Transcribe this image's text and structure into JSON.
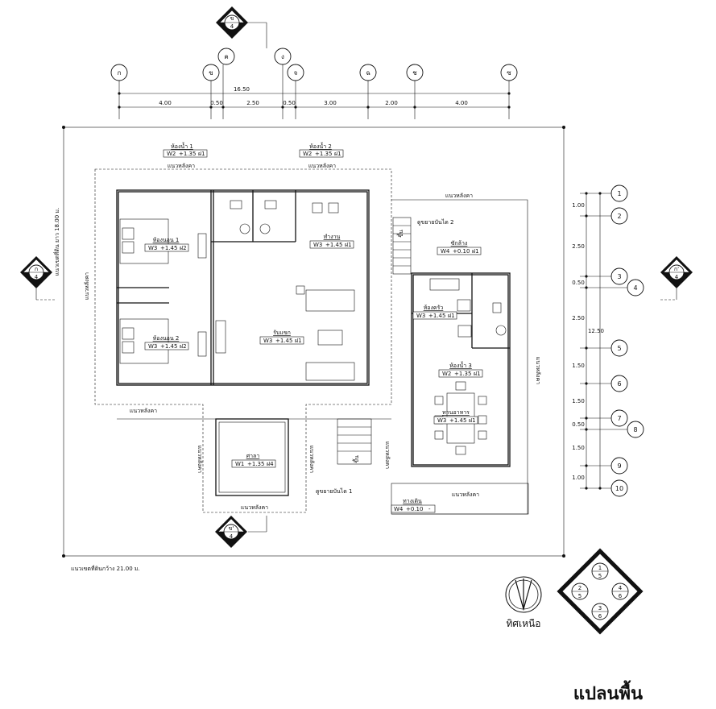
{
  "title": "แปลนพื้น",
  "grid_top": {
    "labels": [
      "ก",
      "ข",
      "ค",
      "ง",
      "จ",
      "ฉ",
      "ช",
      "ซ"
    ],
    "overall": "16.50",
    "spans": [
      "4.00",
      "0.50",
      "2.50",
      "0.50",
      "3.00",
      "2.00",
      "4.00"
    ]
  },
  "grid_right": {
    "labels": [
      "1",
      "2",
      "3",
      "4",
      "5",
      "6",
      "7",
      "8",
      "9",
      "10"
    ],
    "overall": "12.50",
    "spans": [
      "1.00",
      "2.50",
      "0.50",
      "2.50",
      "1.50",
      "1.50",
      "0.50",
      "1.50",
      "1.00"
    ]
  },
  "site": {
    "width_label": "แนวเขตที่ดินกว้าง 21.00 ม.",
    "length_label": "แนวเขตที่ดิน  ยาว 18.00 ม."
  },
  "sections": {
    "ko": {
      "letter": "ก",
      "num": "4"
    },
    "ko2": {
      "letter": "ก'",
      "num": "4"
    },
    "kho": {
      "letter": "ข",
      "num": "4"
    },
    "kho2": {
      "letter": "ข'",
      "num": "4"
    }
  },
  "rooms": [
    {
      "name": "ห้องน้ำ 1",
      "code": "W2",
      "level": "+1.35",
      "floor": "ฝ1"
    },
    {
      "name": "ห้องน้ำ 2",
      "code": "W2",
      "level": "+1.35",
      "floor": "ฝ1"
    },
    {
      "name": "ห้องนอน 1",
      "code": "W3",
      "level": "+1.45",
      "floor": "ฝ2"
    },
    {
      "name": "ห้องนอน 2",
      "code": "W3",
      "level": "+1.45",
      "floor": "ฝ2"
    },
    {
      "name": "ทำงาน",
      "code": "W3",
      "level": "+1.45",
      "floor": "ฝ1"
    },
    {
      "name": "รับแขก",
      "code": "W3",
      "level": "+1.45",
      "floor": "ฝ1"
    },
    {
      "name": "ซักล้าง",
      "code": "W4",
      "level": "+0.10",
      "floor": "ฝ1"
    },
    {
      "name": "ห้องครัว",
      "code": "W3",
      "level": "+1.45",
      "floor": "ฝ1"
    },
    {
      "name": "ห้องน้ำ 3",
      "code": "W2",
      "level": "+1.35",
      "floor": "ฝ1"
    },
    {
      "name": "ทานอาหาร",
      "code": "W3",
      "level": "+1.45",
      "floor": "ฝ1"
    },
    {
      "name": "ศาลา",
      "code": "W1",
      "level": "+1.35",
      "floor": "ฝ4"
    },
    {
      "name": "ทางเดิน",
      "code": "W4",
      "level": "+0.10",
      "floor": "-"
    }
  ],
  "notes": {
    "eave": "แนวหลังคา",
    "up": "ขึ้น",
    "stair1": "ดูขยายบันได 1",
    "stair2": "ดูขยายบันได 2"
  },
  "north": "ทิศเหนือ",
  "key_plan": [
    "1",
    "5",
    "2",
    "5",
    "4",
    "6",
    "3",
    "6"
  ]
}
